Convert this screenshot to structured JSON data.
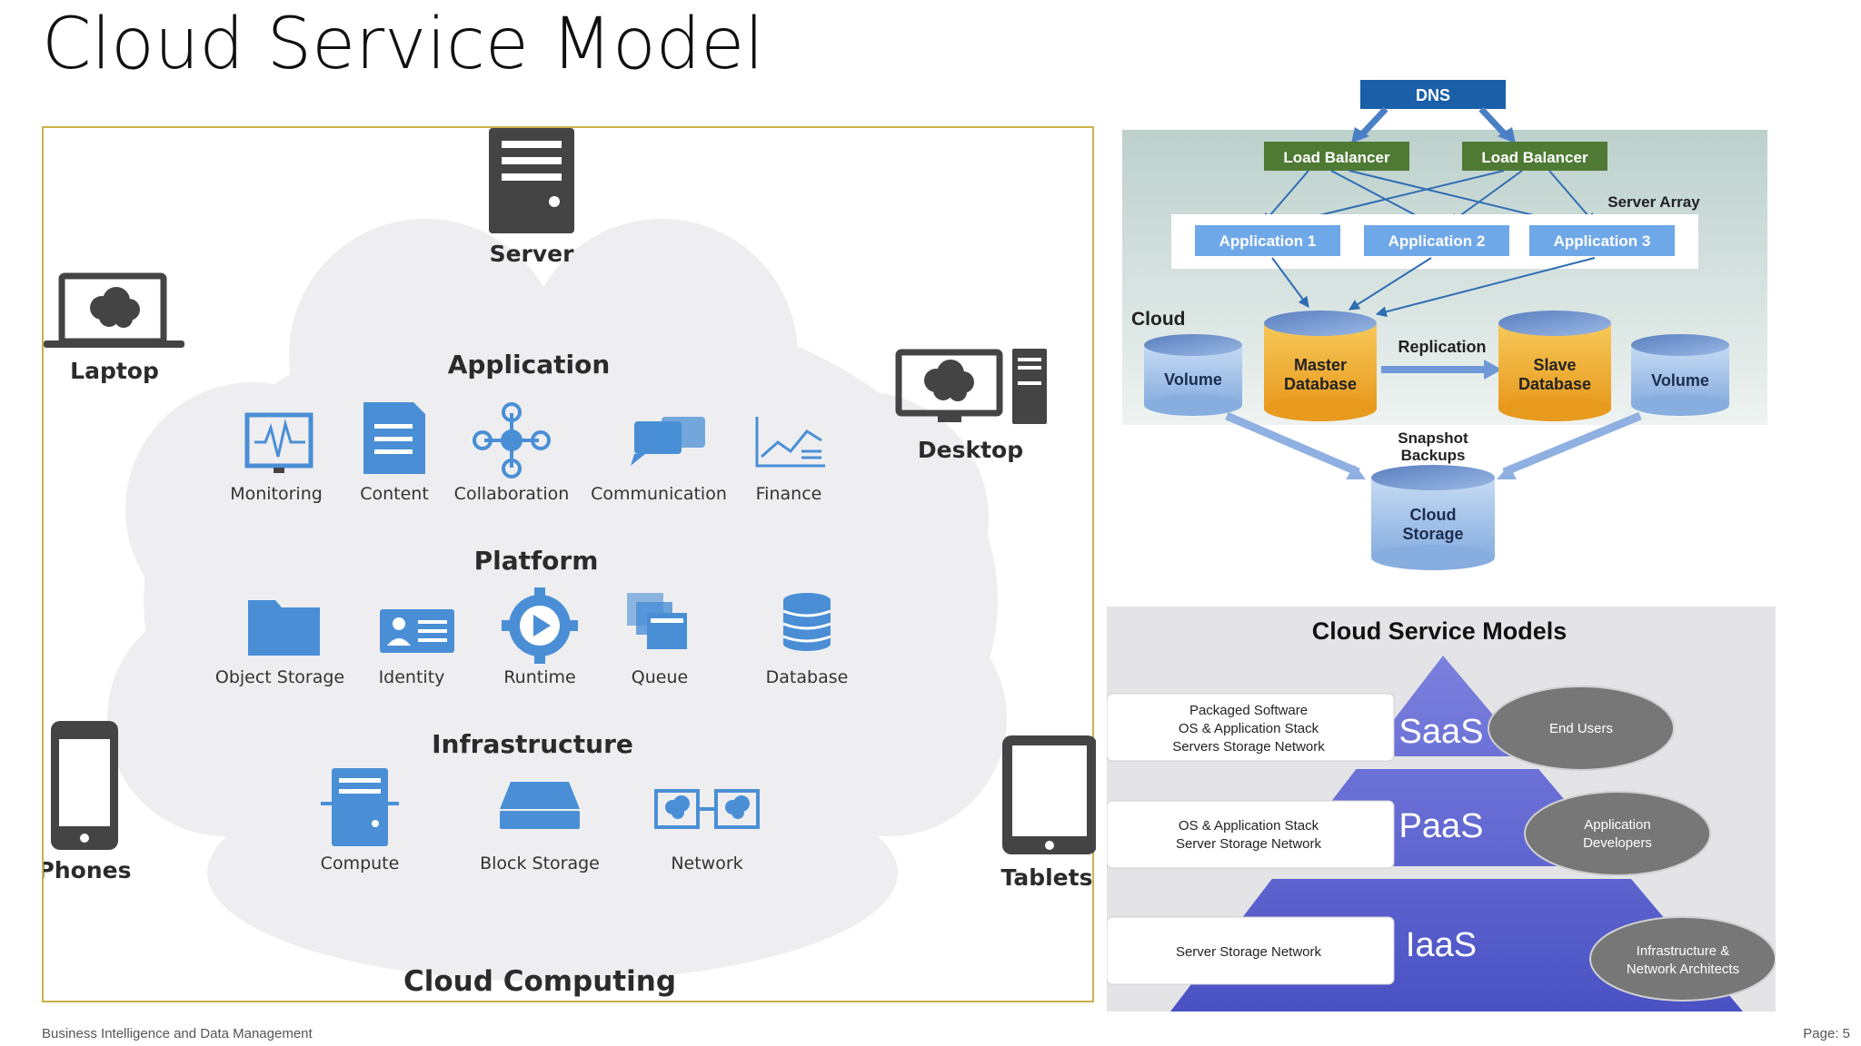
{
  "title": "Cloud Service Model",
  "footer": {
    "left": "Business Intelligence and Data Management",
    "right": "Page: 5"
  },
  "cloud_diagram": {
    "caption": "Cloud Computing",
    "devices": {
      "server": "Server",
      "laptop": "Laptop",
      "desktop": "Desktop",
      "phones": "Phones",
      "tablets": "Tablets"
    },
    "application": {
      "title": "Application",
      "items": [
        "Monitoring",
        "Content",
        "Collaboration",
        "Communication",
        "Finance"
      ]
    },
    "platform": {
      "title": "Platform",
      "items": [
        "Object Storage",
        "Identity",
        "Runtime",
        "Queue",
        "Database"
      ]
    },
    "infrastructure": {
      "title": "Infrastructure",
      "items": [
        "Compute",
        "Block Storage",
        "Network"
      ]
    },
    "colors": {
      "icon_blue": "#4a8fd6",
      "dark_device": "#444444",
      "cloud_fill": "#eeeef0",
      "border": "#c9b24a"
    }
  },
  "architecture": {
    "dns": "DNS",
    "load_balancers": [
      "Load Balancer",
      "Load Balancer"
    ],
    "server_array": "Server Array",
    "applications": [
      "Application 1",
      "Application 2",
      "Application 3"
    ],
    "cloud": "Cloud",
    "volume_left": "Volume",
    "master_db": [
      "Master",
      "Database"
    ],
    "replication": "Replication",
    "slave_db": [
      "Slave",
      "Database"
    ],
    "volume_right": "Volume",
    "snapshot": [
      "Snapshot",
      "Backups"
    ],
    "cloud_storage": [
      "Cloud",
      "Storage"
    ],
    "colors": {
      "dns": "#1a5fa8",
      "load_balancer": "#4e7a34",
      "application": "#6fa8e8",
      "arrow": "#2f6db3",
      "db_gold": "#f2b132",
      "volume_blue": "#a9c6ea"
    }
  },
  "service_models": {
    "title": "Cloud Service Models",
    "layers": [
      {
        "name": "SaaS",
        "stack": [
          "Packaged Software",
          "OS & Application Stack",
          "Servers Storage Network"
        ],
        "audience": [
          "End Users"
        ]
      },
      {
        "name": "PaaS",
        "stack": [
          "OS & Application Stack",
          "Server Storage Network"
        ],
        "audience": [
          "Application",
          "Developers"
        ]
      },
      {
        "name": "IaaS",
        "stack": [
          "Server Storage Network"
        ],
        "audience": [
          "Infrastructure &",
          "Network Architects"
        ]
      }
    ],
    "colors": {
      "pyramid_top": "#6f74d8",
      "pyramid_bottom": "#4a52c4",
      "ellipse": "#777777",
      "stack_box": "#ffffff"
    }
  }
}
